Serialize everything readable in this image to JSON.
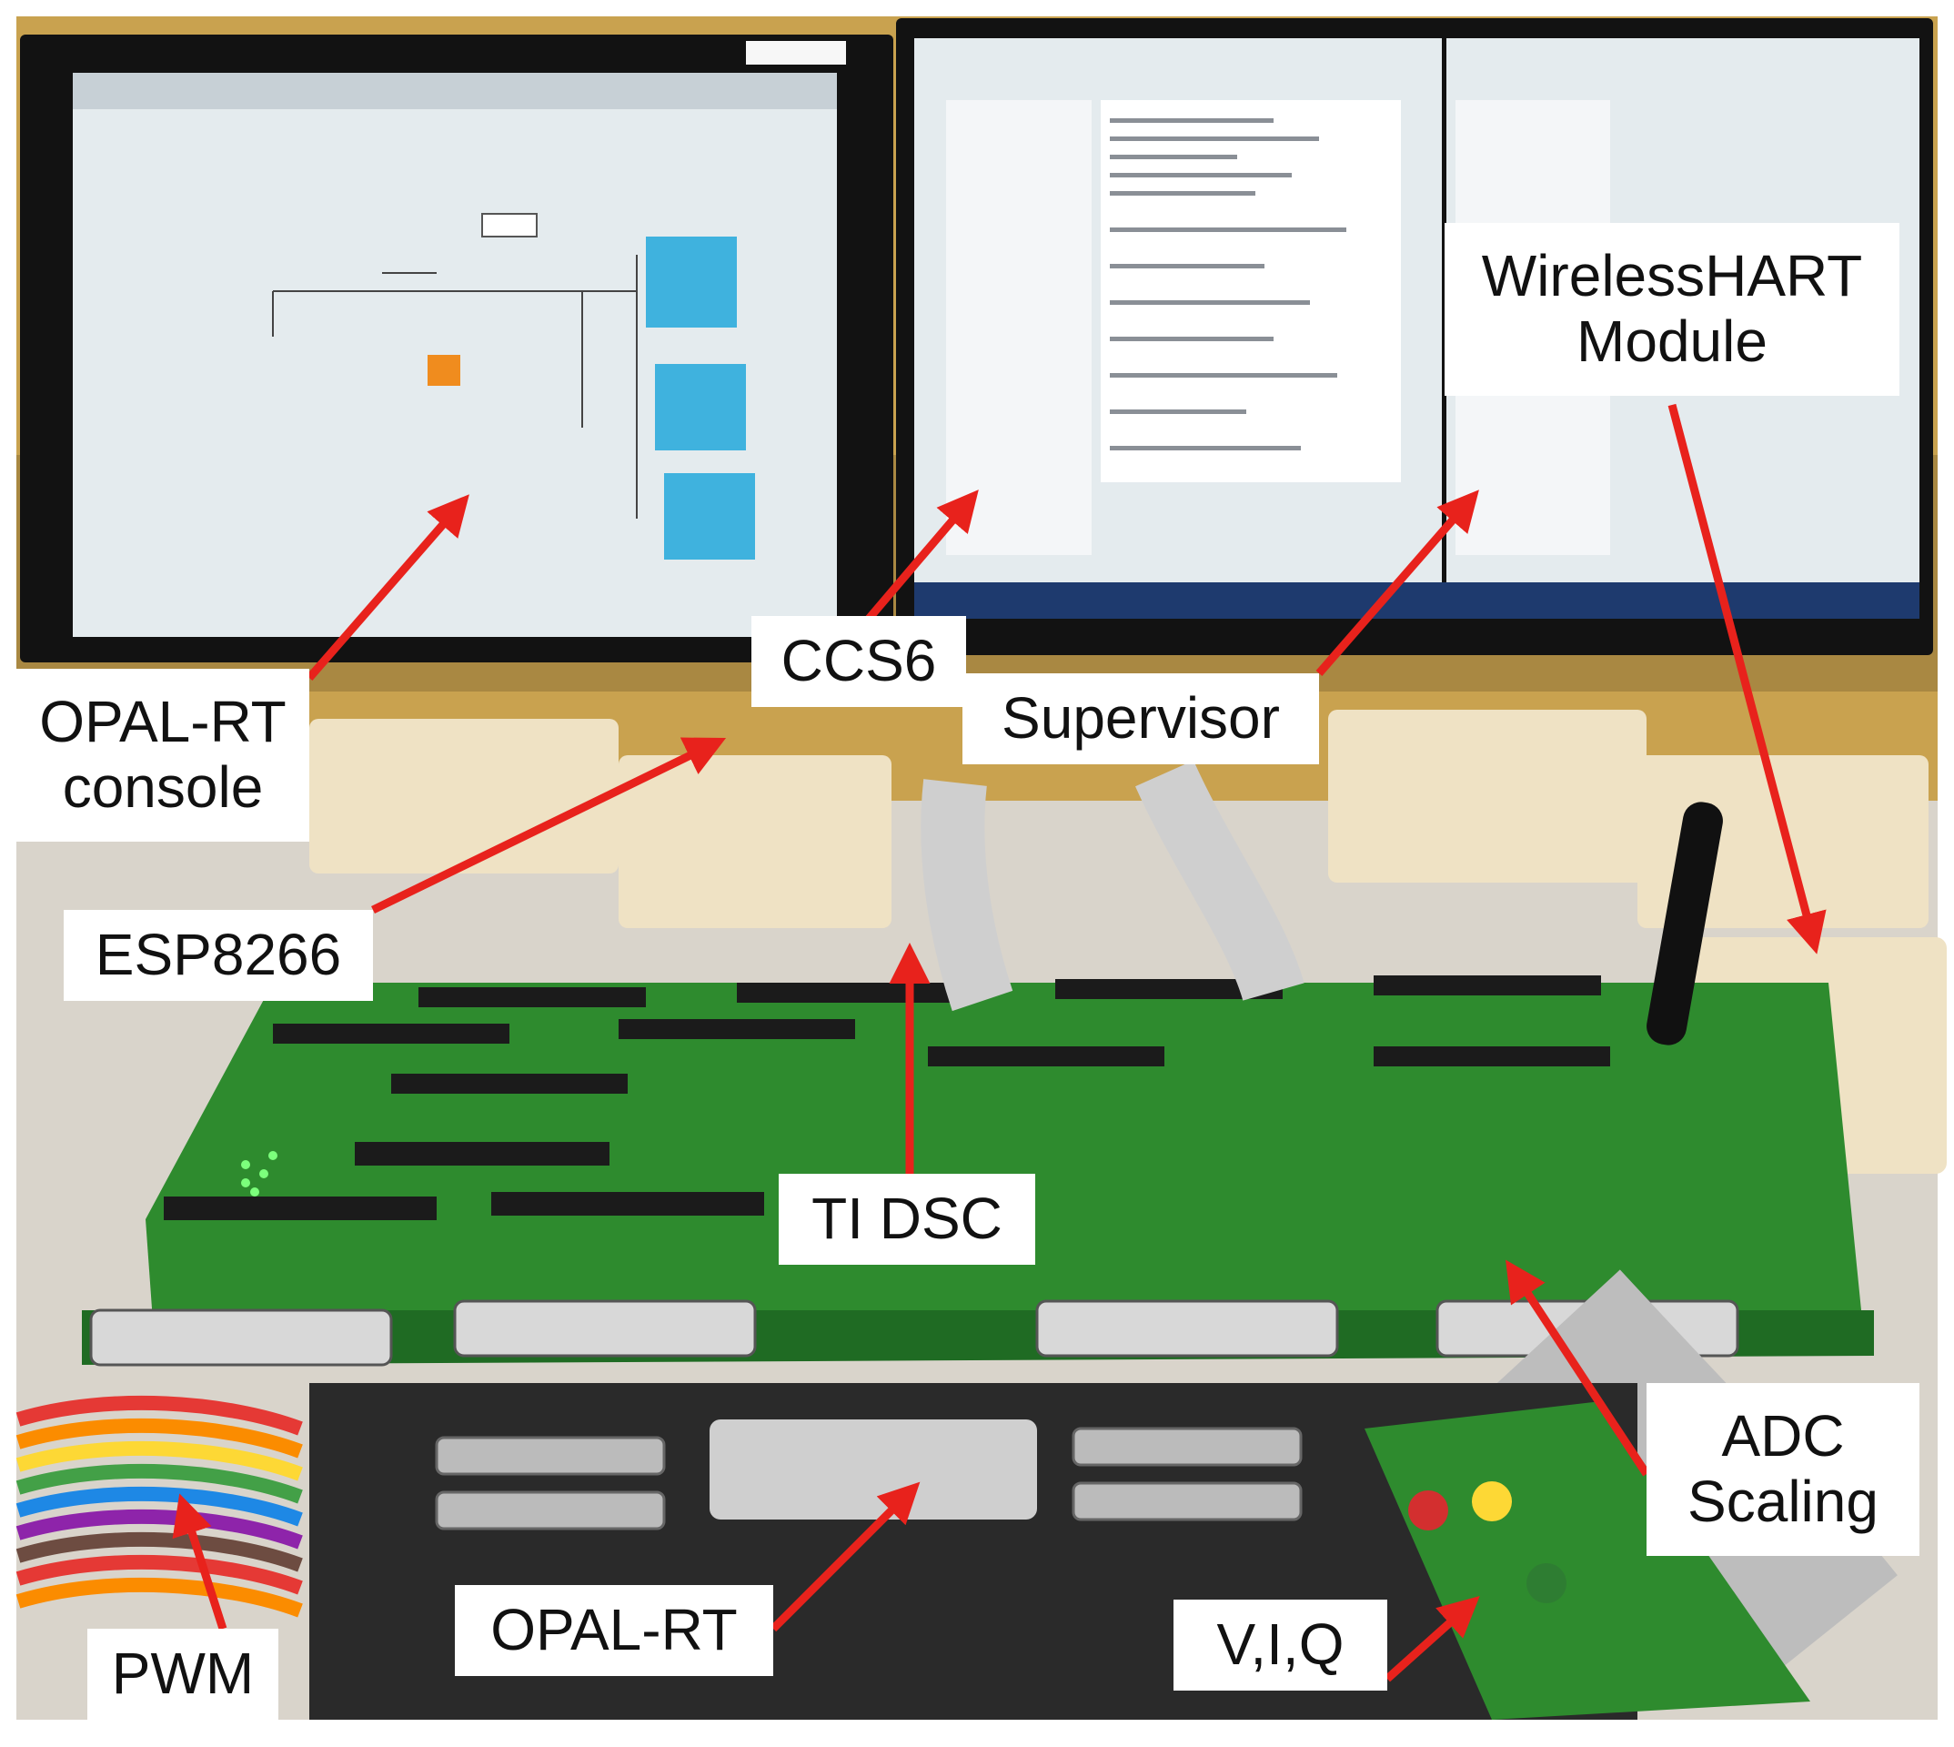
{
  "labels": {
    "opal_rt_console": "OPAL-RT\nconsole",
    "ccs6": "CCS6",
    "supervisor": "Supervisor",
    "wirelesshart_module": "WirelessHART\nModule",
    "esp8266": "ESP8266",
    "ti_dsc": "TI DSC",
    "adc_scaling": "ADC\nScaling",
    "pwm": "PWM",
    "opal_rt": "OPAL-RT",
    "viq": "V,I,Q"
  },
  "colors": {
    "arrow": "#e8221c",
    "pcb": "#2e8b2e",
    "pcb_dark": "#1f6b23",
    "monitor_bezel": "#121212",
    "screen": "#e4ebee",
    "simulink_block": "#3fb2de",
    "wall": "#c9a24f",
    "table": "#d9d4cb",
    "enclosure": "#efe2c4",
    "connector": "#1b1b1b",
    "ribbon_cable": "#bdbdbd",
    "opal_chassis": "#2a2a2a"
  }
}
